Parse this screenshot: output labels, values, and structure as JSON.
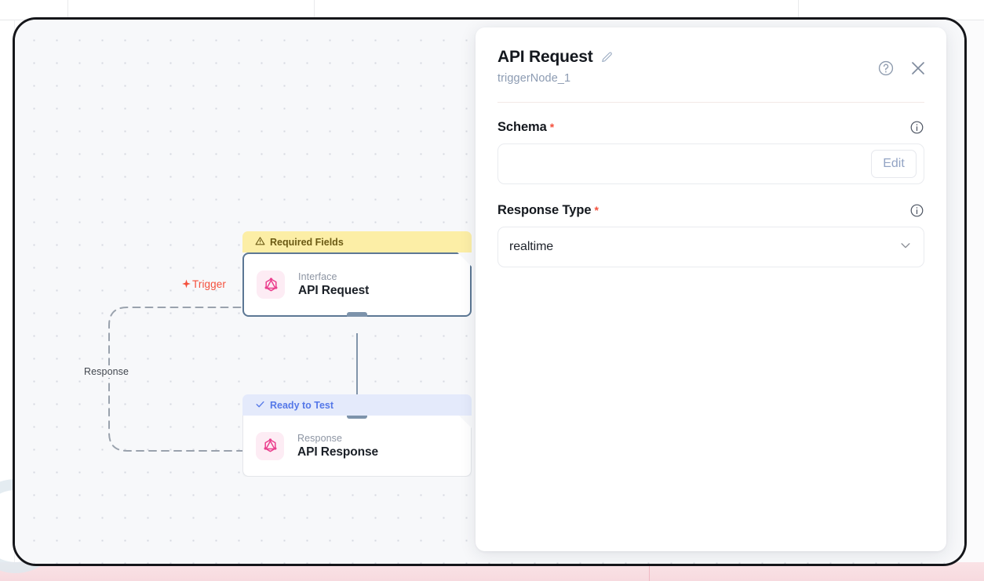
{
  "panel": {
    "title": "API Request",
    "node_id": "triggerNode_1",
    "edit_title_icon": "pencil-icon",
    "help_icon": "help-circle-icon",
    "close_icon": "close-icon",
    "fields": [
      {
        "label": "Schema",
        "required_marker": "*",
        "info_icon": "info-icon",
        "value": "",
        "placeholder": "",
        "action_label": "Edit",
        "control": "text-with-button"
      },
      {
        "label": "Response Type",
        "required_marker": "*",
        "info_icon": "info-icon",
        "value": "realtime",
        "options": [
          "realtime"
        ],
        "control": "select",
        "chevron_icon": "chevron-down-icon"
      }
    ]
  },
  "canvas": {
    "trigger_label": "Trigger",
    "trigger_icon": "spark-icon",
    "response_label": "Response",
    "nodes": [
      {
        "banner_text": "Required Fields",
        "banner_icon": "warning-triangle-icon",
        "banner_kind": "warning",
        "icon": "graphql-icon",
        "subtitle": "Interface",
        "title": "API Request",
        "selected": true
      },
      {
        "banner_text": "Ready to Test",
        "banner_icon": "check-icon",
        "banner_kind": "ready",
        "icon": "graphql-icon",
        "subtitle": "Response",
        "title": "API Response",
        "selected": false
      }
    ]
  },
  "colors": {
    "accent_red": "#f4503c",
    "banner_warning_bg": "#fceea6",
    "banner_warning_text": "#6b5a14",
    "banner_ready_bg": "#e4eafb",
    "banner_ready_text": "#5578e8",
    "node_icon_pink": "#ea3e8d",
    "node_selected_border": "#5c7794",
    "canvas_bg": "#f7f8fa",
    "frame_border": "#15161a"
  }
}
